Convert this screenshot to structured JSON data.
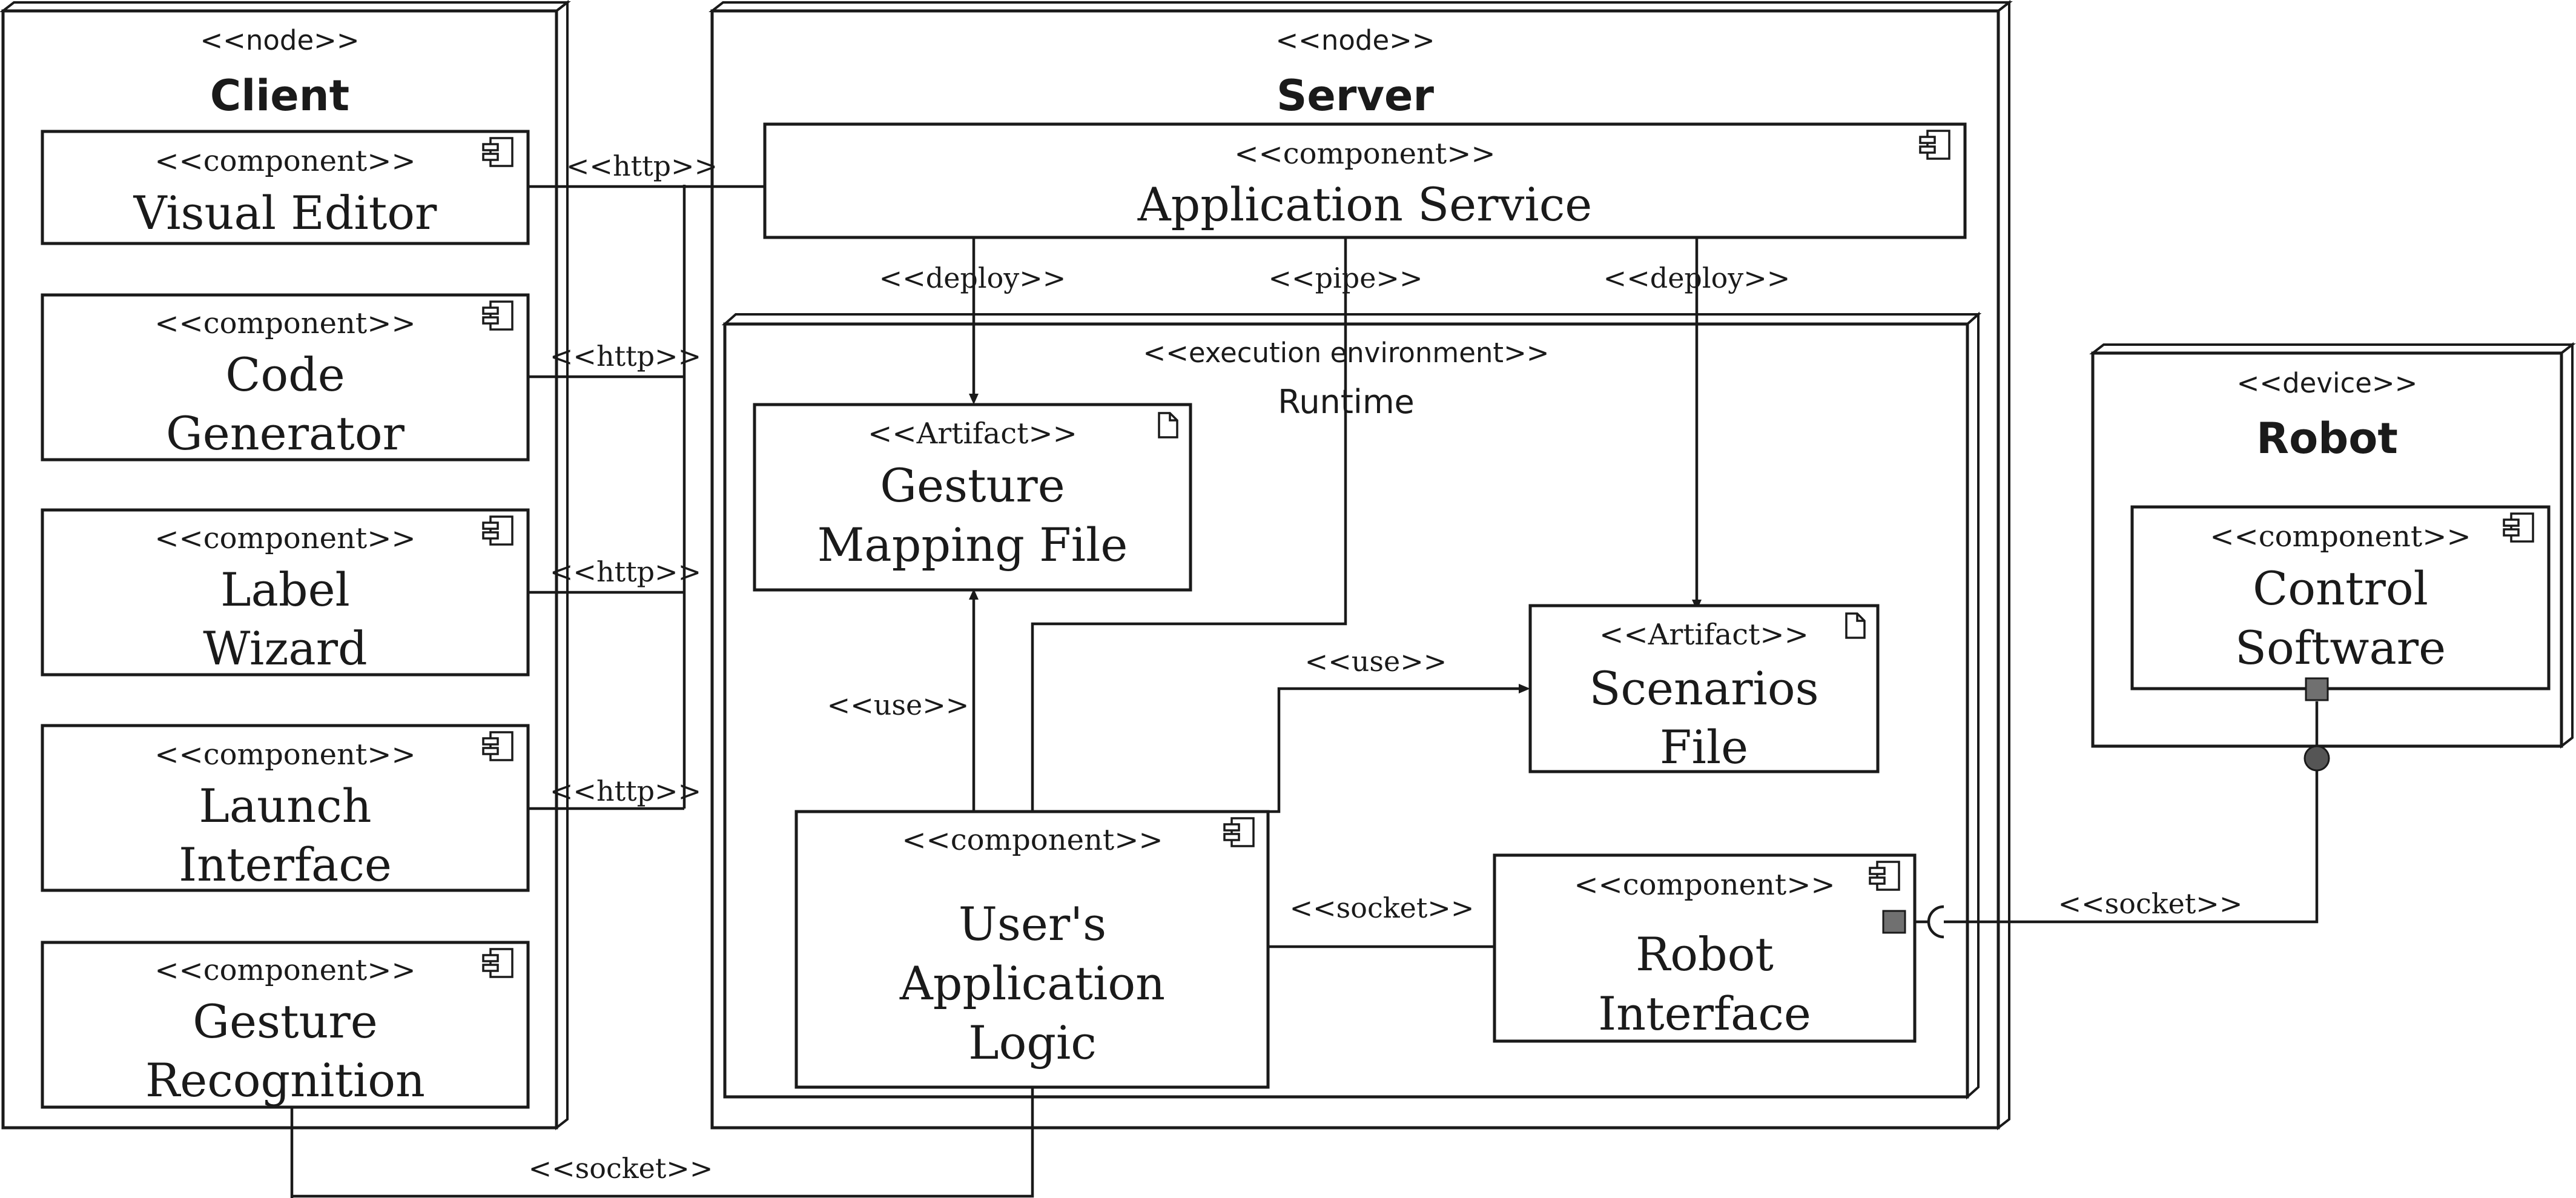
{
  "nodes": {
    "client": {
      "stereotype": "<<node>>",
      "title": "Client"
    },
    "server": {
      "stereotype": "<<node>>",
      "title": "Server"
    },
    "robot": {
      "stereotype": "<<device>>",
      "title": "Robot"
    }
  },
  "environment": {
    "stereotype": "<<execution environment>>",
    "title": "Runtime"
  },
  "components": {
    "visual_editor": {
      "stereotype": "<<component>>",
      "lines": [
        "Visual Editor"
      ]
    },
    "code_generator": {
      "stereotype": "<<component>>",
      "lines": [
        "Code",
        "Generator"
      ]
    },
    "label_wizard": {
      "stereotype": "<<component>>",
      "lines": [
        "Label",
        "Wizard"
      ]
    },
    "launch_interface": {
      "stereotype": "<<component>>",
      "lines": [
        "Launch",
        "Interface"
      ]
    },
    "gesture_recognition": {
      "stereotype": "<<component>>",
      "lines": [
        "Gesture",
        "Recognition"
      ]
    },
    "application_service": {
      "stereotype": "<<component>>",
      "lines": [
        "Application Service"
      ]
    },
    "users_application_logic": {
      "stereotype": "<<component>>",
      "lines": [
        "User's",
        "Application",
        "Logic"
      ]
    },
    "robot_interface": {
      "stereotype": "<<component>>",
      "lines": [
        "Robot",
        "Interface"
      ]
    },
    "control_software": {
      "stereotype": "<<component>>",
      "lines": [
        "Control",
        "Software"
      ]
    }
  },
  "artifacts": {
    "gesture_mapping_file": {
      "stereotype": "<<Artifact>>",
      "lines": [
        "Gesture",
        "Mapping File"
      ]
    },
    "scenarios_file": {
      "stereotype": "<<Artifact>>",
      "lines": [
        "Scenarios",
        "File"
      ]
    }
  },
  "connectors": {
    "http_1": "<<http>>",
    "http_2": "<<http>>",
    "http_3": "<<http>>",
    "http_4": "<<http>>",
    "deploy_1": "<<deploy>>",
    "deploy_2": "<<deploy>>",
    "pipe": "<<pipe>>",
    "use_1": "<<use>>",
    "use_2": "<<use>>",
    "socket_1": "<<socket>>",
    "socket_2": "<<socket>>",
    "socket_3": "<<socket>>"
  }
}
